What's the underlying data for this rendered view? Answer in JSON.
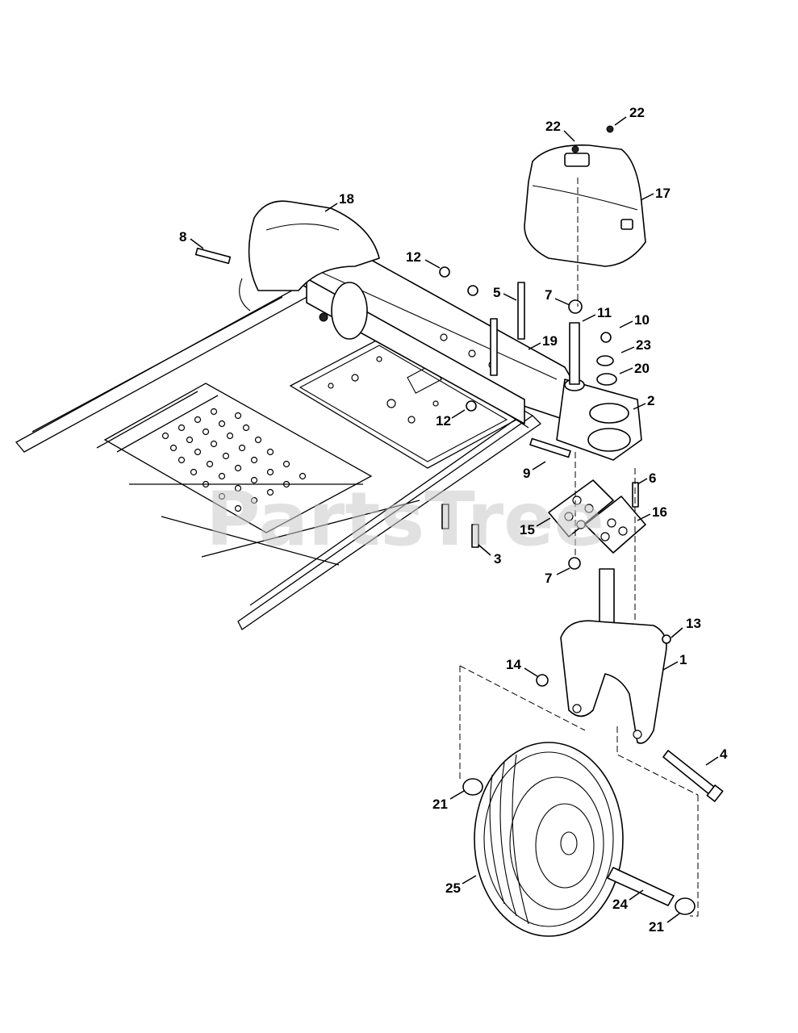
{
  "watermark": "PartsTree",
  "callouts": {
    "c1": "1",
    "c2": "2",
    "c3": "3",
    "c4": "4",
    "c5": "5",
    "c6": "6",
    "c7a": "7",
    "c7b": "7",
    "c8": "8",
    "c9": "9",
    "c10": "10",
    "c11": "11",
    "c12a": "12",
    "c12b": "12",
    "c13": "13",
    "c14": "14",
    "c15": "15",
    "c16": "16",
    "c17": "17",
    "c18": "18",
    "c19": "19",
    "c20": "20",
    "c21a": "21",
    "c21b": "21",
    "c22a": "22",
    "c22b": "22",
    "c23": "23",
    "c24": "24",
    "c25": "25"
  }
}
